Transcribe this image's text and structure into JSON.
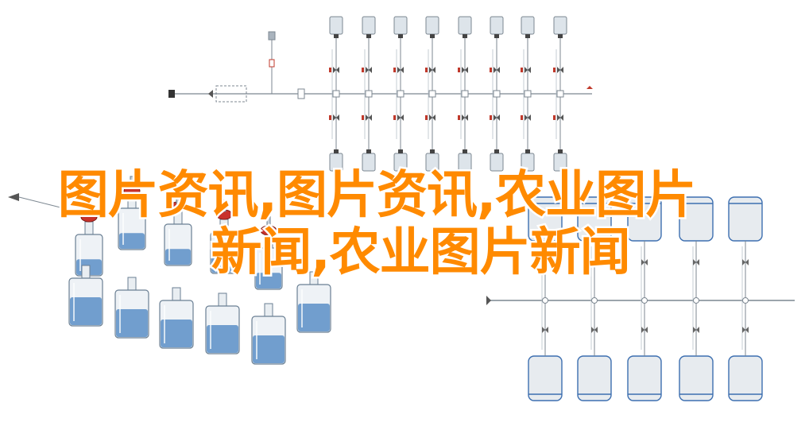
{
  "headline": {
    "line1": "图片资讯,图片资讯,农业图片",
    "line2": "新闻,农业图片新闻"
  },
  "colors": {
    "headline": "#ff8a00",
    "bottle_outline": "#6a7f93",
    "bottle_body": "#eef2f6",
    "liquid": "#5b8fc7",
    "cap_red": "#c8322c",
    "tank_body": "#e7ebef",
    "tank_rim": "#3d6fb0",
    "pipe": "#7c8791"
  },
  "icons": [
    "flow-manifold-diagram",
    "filter-bottle-array",
    "tank-manifold-diagram"
  ]
}
